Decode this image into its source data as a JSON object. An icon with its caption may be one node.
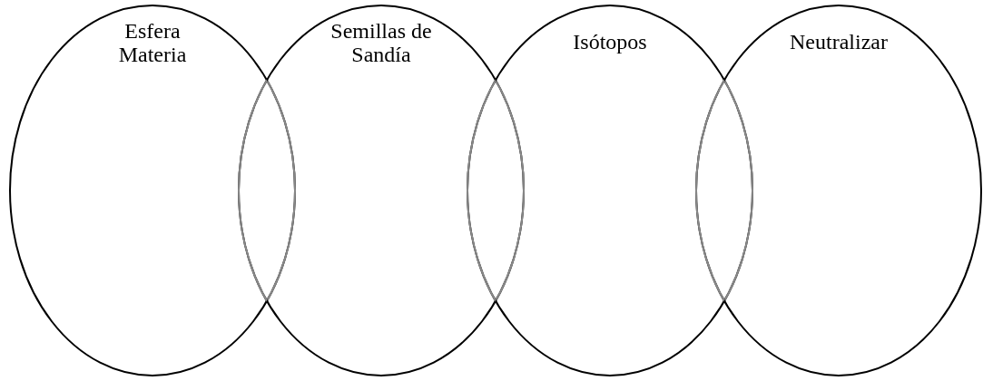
{
  "diagram": {
    "nodes": [
      {
        "text": [
          "Esfera Materia"
        ]
      },
      {
        "text": [
          "Semillas de Sandía"
        ]
      },
      {
        "text": [
          "Isótopos"
        ]
      },
      {
        "text": [
          "Neutralizar"
        ]
      }
    ]
  }
}
